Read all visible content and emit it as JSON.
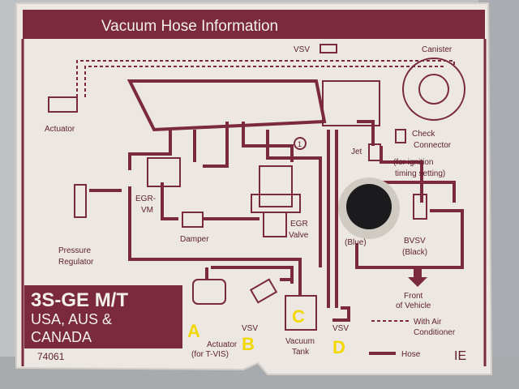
{
  "header": {
    "title": "Vacuum Hose Information"
  },
  "labels": {
    "vsv_top": "VSV",
    "canister": "Canister",
    "actuator": "Actuator",
    "check_connector_1": "Check",
    "check_connector_2": "Connector",
    "check_connector_3": "(for ignition",
    "check_connector_4": "timing setting)",
    "jet": "Jet",
    "egr_vm_1": "EGR-",
    "egr_vm_2": "VM",
    "pressure_regulator_1": "Pressure",
    "pressure_regulator_2": "Regulator",
    "damper": "Damper",
    "egr_valve_1": "EGR",
    "egr_valve_2": "Valve",
    "blue": "(Blue)",
    "bvsv": "BVSV",
    "black": "(Black)",
    "actuator_tvis_1": "Actuator",
    "actuator_tvis_2": "(for T-VIS)",
    "vsv_b": "VSV",
    "vacuum_tank_1": "Vacuum",
    "vacuum_tank_2": "Tank",
    "vsv_d": "VSV",
    "front_1": "Front",
    "front_2": "of Vehicle",
    "with_ac_1": "With Air",
    "with_ac_2": "Conditioner",
    "hose": "Hose",
    "circle_1": "1"
  },
  "model": {
    "engine": "3S-GE M/T",
    "region_1": "USA, AUS &",
    "region_2": "CANADA"
  },
  "part_number": "74061",
  "code": "IE",
  "overlay_letters": {
    "a": "A",
    "b": "B",
    "c": "C",
    "d": "D"
  },
  "colors": {
    "label_bg": "#e9e4df",
    "ink": "#7a2a3c",
    "panel_bg": "#c2c4c6",
    "overlay_yellow": "#f2d800"
  }
}
